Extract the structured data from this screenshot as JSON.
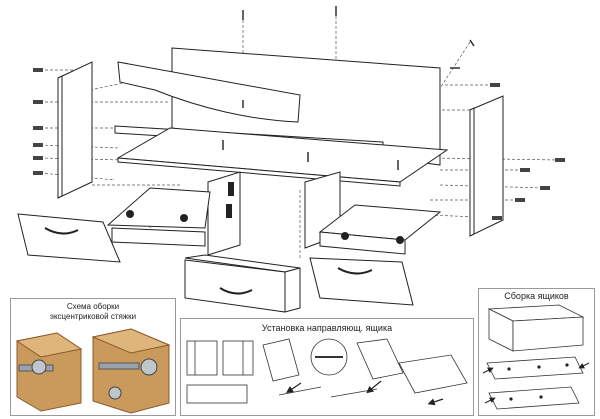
{
  "insets": {
    "eccentric": {
      "title_line1": "Схема оборки",
      "title_line2": "эксцентриковой стяжки"
    },
    "guides": {
      "title": "Установка направляющ. ящика"
    },
    "drawer": {
      "title": "Сборка ящиков"
    }
  },
  "colors": {
    "line": "#222222",
    "guide": "#555555",
    "wood": "#c99a5b",
    "wood_dark": "#8a5a2b",
    "metal": "#9aa3ad"
  },
  "icons": [
    "screw-icon",
    "dowel-icon",
    "eccentric-fitting-icon",
    "drawer-handle-icon",
    "drawer-slide-icon"
  ]
}
